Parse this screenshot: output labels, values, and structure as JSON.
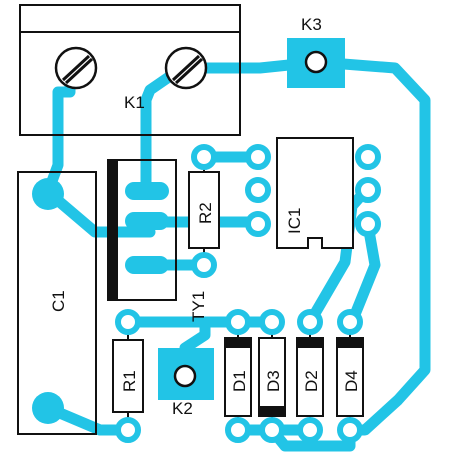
{
  "colors": {
    "trace": "#22c4e6",
    "outline": "#111111",
    "pad_fill": "#ffffff",
    "background": "#ffffff"
  },
  "labels": {
    "k1": "K1",
    "k2": "K2",
    "k3": "K3",
    "c1": "C1",
    "r1": "R1",
    "r2": "R2",
    "ic1": "IC1",
    "ty1": "TY1",
    "d1": "D1",
    "d2": "D2",
    "d3": "D3",
    "d4": "D4"
  }
}
